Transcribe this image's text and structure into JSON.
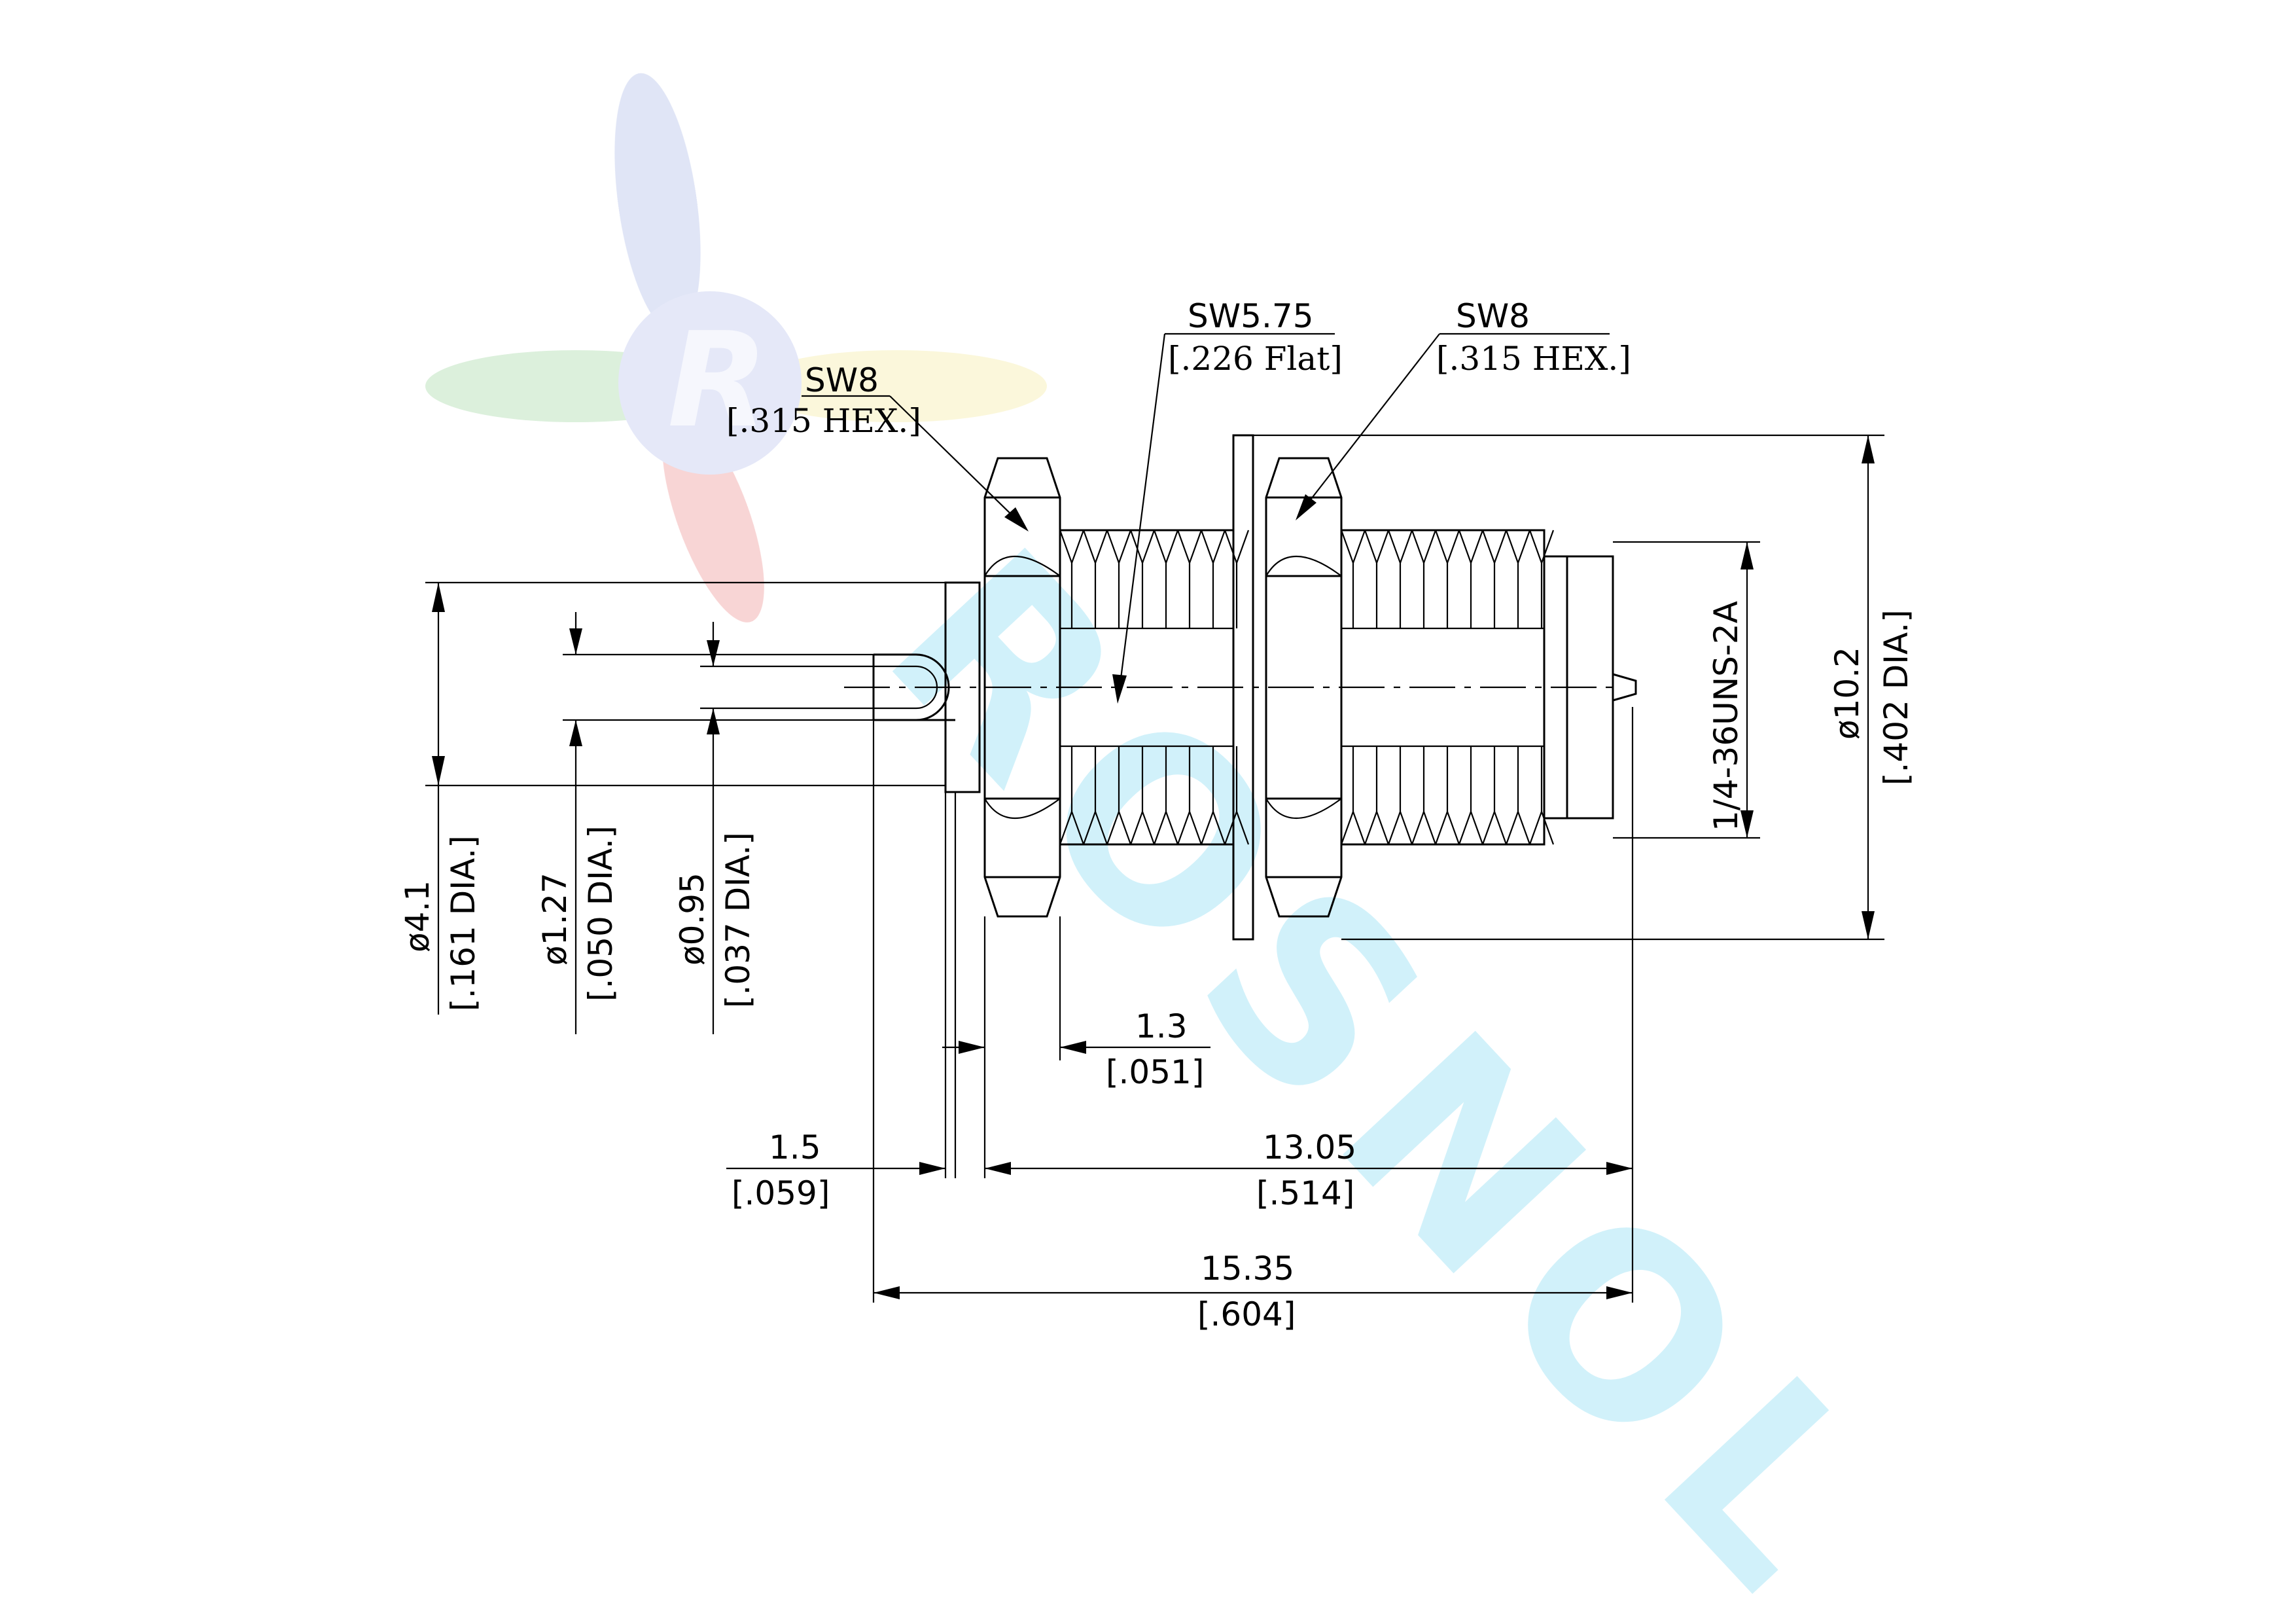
{
  "watermark": {
    "logo_letter": "R",
    "brand_text": "ROSNOL",
    "colors": {
      "blue": "#9fb0de",
      "red": "#e96a6a",
      "green": "#8dc98f",
      "yellow": "#f3e58a",
      "cyan": "#9fe0f3"
    }
  },
  "labels": {
    "hex_left": {
      "size": "SW8",
      "note": "[.315 HEX.]"
    },
    "flat_mid": {
      "size": "SW5.75",
      "note": "[.226 Flat]"
    },
    "hex_right": {
      "size": "SW8",
      "note": "[.315 HEX.]"
    }
  },
  "dimensions": {
    "dia_4_1": {
      "value": "ø4.1",
      "imperial": "[.161 DIA.]"
    },
    "dia_1_27": {
      "value": "ø1.27",
      "imperial": "[.050 DIA.]"
    },
    "dia_0_95": {
      "value": "ø0.95",
      "imperial": "[.037 DIA.]"
    },
    "thread": {
      "value": "1/4-36UNS-2A"
    },
    "dia_10_2": {
      "value": "ø10.2",
      "imperial": "[.402 DIA.]"
    },
    "len_1_3": {
      "value": "1.3",
      "imperial": "[.051]"
    },
    "len_1_5": {
      "value": "1.5",
      "imperial": "[.059]"
    },
    "len_13_05": {
      "value": "13.05",
      "imperial": "[.514]"
    },
    "len_15_35": {
      "value": "15.35",
      "imperial": "[.604]"
    }
  }
}
